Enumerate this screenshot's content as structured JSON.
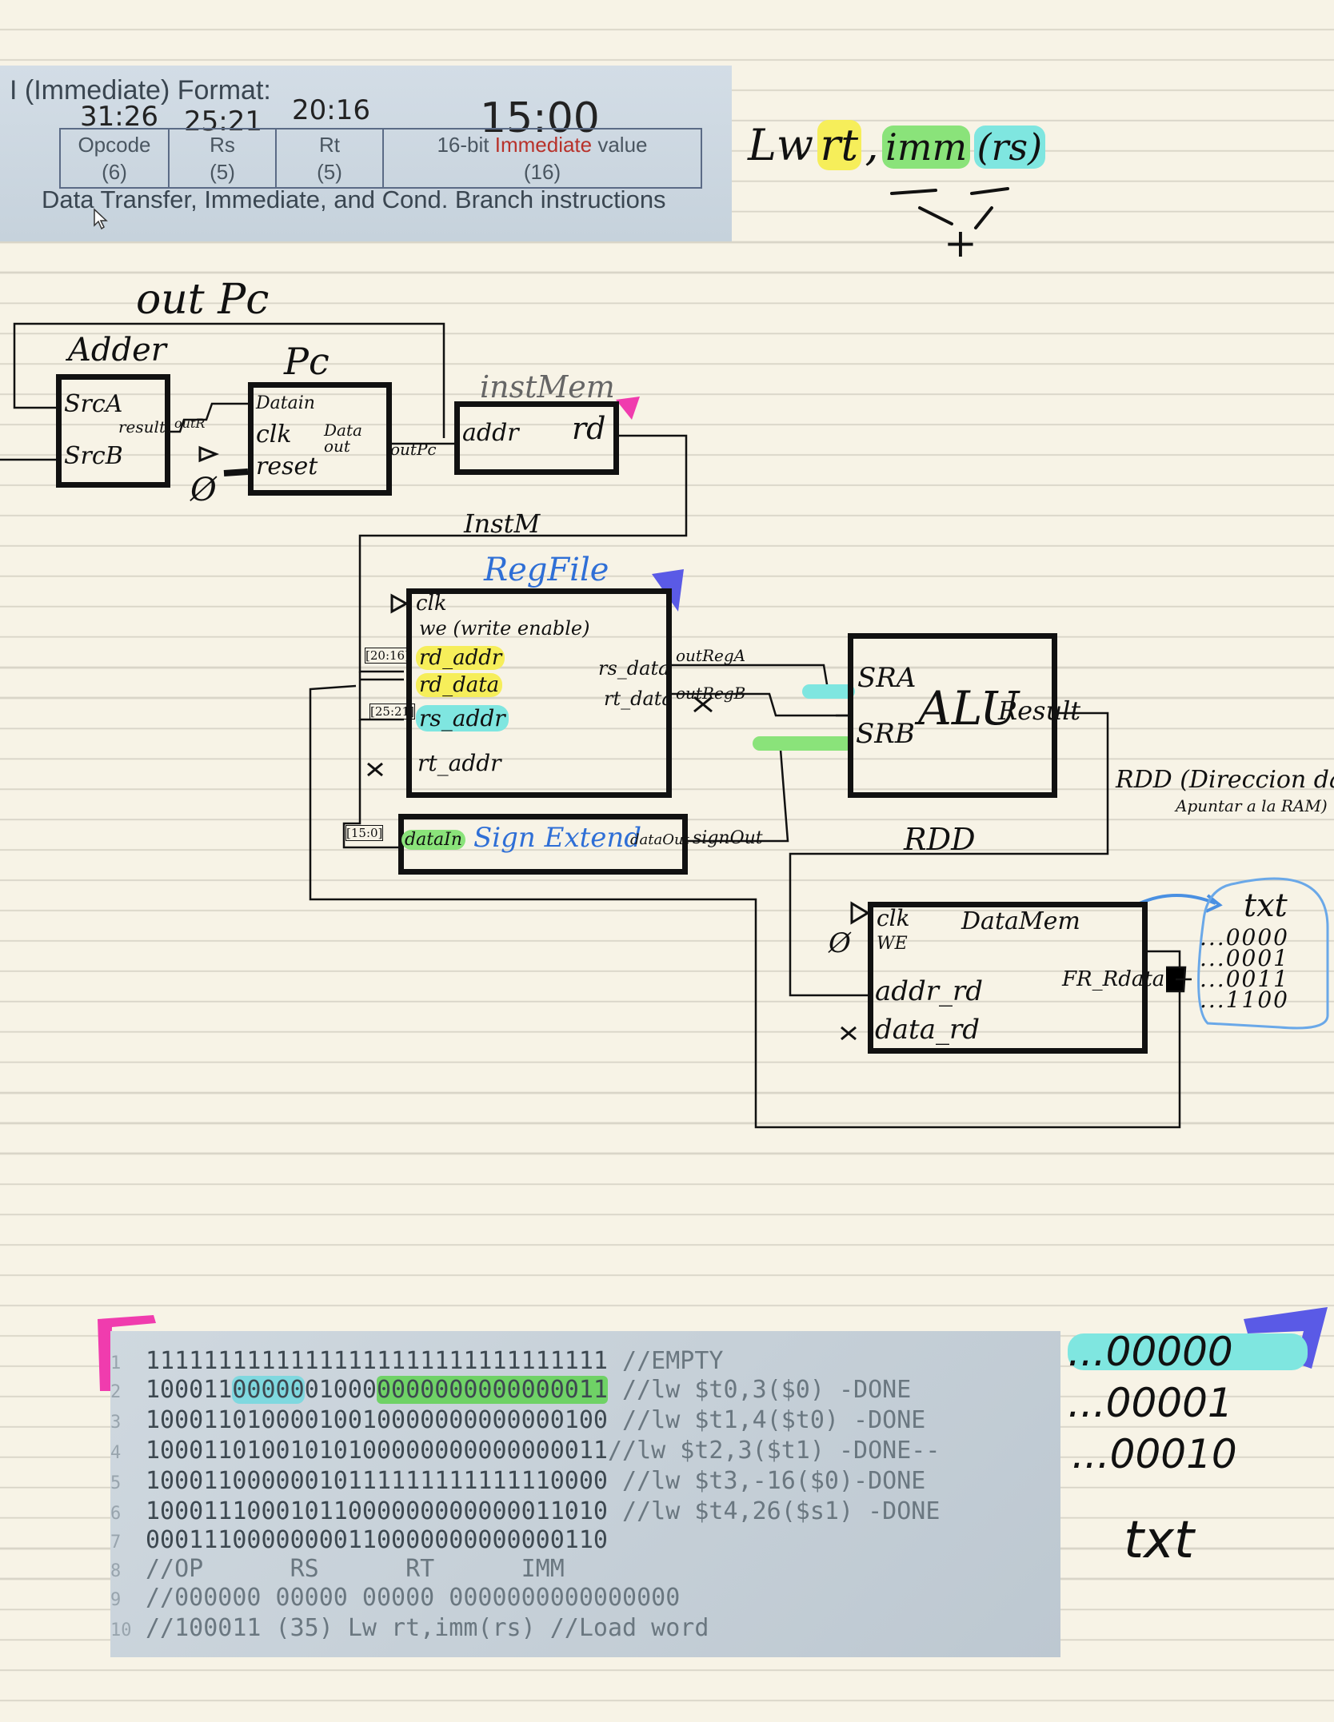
{
  "format_card": {
    "title": "I (Immediate) Format:",
    "fields": [
      {
        "name": "Opcode",
        "bits": "(6)",
        "range": "31:26"
      },
      {
        "name": "Rs",
        "bits": "(5)",
        "range": "25:21"
      },
      {
        "name": "Rt",
        "bits": "(5)",
        "range": "20:16"
      },
      {
        "name_prefix": "16-bit ",
        "name_red": "Immediate",
        "name_suffix": " value",
        "bits": "(16)",
        "range": "15:00"
      }
    ],
    "caption": "Data Transfer, Immediate, and Cond. Branch instructions"
  },
  "note_lw": {
    "lw": "Lw",
    "rt": "rt",
    "comma": ",",
    "imm": "imm",
    "rs": "(rs)",
    "plus": "+"
  },
  "diagram": {
    "out_pc_label": "out Pc",
    "adder": {
      "title": "Adder",
      "src_a": "SrcA",
      "src_b": "SrcB",
      "result": "result",
      "out_r": "outR"
    },
    "pc": {
      "title": "Pc",
      "data_in": "Datain",
      "clk": "clk",
      "reset": "reset",
      "data_out": "Data out",
      "out_pc": "outPc",
      "reset_value": "Ø"
    },
    "inst_mem": {
      "title": "instMem",
      "addr": "addr",
      "rd": "rd",
      "inst_m": "InstM"
    },
    "reg_file": {
      "title": "RegFile",
      "clk": "clk",
      "we": "we (write enable)",
      "rd_addr": "rd_addr",
      "rd_data": "rd_data",
      "rs_addr": "rs_addr",
      "rt_addr": "rt_addr",
      "rs_data": "rs_data",
      "rt_data": "rt_data",
      "bits_20_16": "[20:16]",
      "bits_25_21": "[25:21]",
      "out_reg_a": "outRegA",
      "out_reg_b": "outRegB"
    },
    "sign_extend": {
      "title": "Sign Extend",
      "data_in": "dataIn",
      "data_out": "dataOut",
      "sign_out": "signOut",
      "bits": "[15:0]"
    },
    "alu": {
      "title": "ALU",
      "src_a": "SRA",
      "src_b": "SRB",
      "result": "Result"
    },
    "rdd_note": {
      "line1": "RDD (Direccion dato a",
      "line2": "Apuntar a la RAM)",
      "label": "RDD"
    },
    "data_mem": {
      "title": "DataMem",
      "clk": "clk",
      "we": "WE",
      "we_value": "Ø",
      "addr_rd": "addr_rd",
      "data_rd": "data_rd",
      "fr_rdata": "FR_Rdata"
    },
    "txt_note": {
      "title": "txt",
      "lines": [
        "...0000",
        "...0001",
        "...0011",
        "...1100"
      ]
    }
  },
  "code": {
    "lines": [
      {
        "n": "1",
        "pre": "11111111111111111111111111111111",
        "cyan": "",
        "mid": "",
        "green": "",
        "comment": " //EMPTY"
      },
      {
        "n": "2",
        "pre": "100011",
        "cyan": "00000",
        "mid": "01000",
        "green": "0000000000000011",
        "comment": " //lw $t0,3($0) -DONE"
      },
      {
        "n": "3",
        "pre": "10001101000010010000000000000100",
        "cyan": "",
        "mid": "",
        "green": "",
        "comment": " //lw $t1,4($t0) -DONE"
      },
      {
        "n": "4",
        "pre": "10001101001010100000000000000011",
        "cyan": "",
        "mid": "",
        "green": "",
        "comment": "//lw $t2,3($t1) -DONE--"
      },
      {
        "n": "5",
        "pre": "10001100000010111111111111110000",
        "cyan": "",
        "mid": "",
        "green": "",
        "comment": " //lw $t3,-16($0)-DONE"
      },
      {
        "n": "6",
        "pre": "10001110001011000000000000011010",
        "cyan": "",
        "mid": "",
        "green": "",
        "comment": " //lw $t4,26($s1) -DONE"
      },
      {
        "n": "7",
        "pre": "00011100000000110000000000000110",
        "cyan": "",
        "mid": "",
        "green": "",
        "comment": ""
      },
      {
        "n": "8",
        "pre": "",
        "cyan": "",
        "mid": "",
        "green": "",
        "comment": "//OP      RS      RT      IMM"
      },
      {
        "n": "9",
        "pre": "",
        "cyan": "",
        "mid": "",
        "green": "",
        "comment": "//000000 00000 00000 0000000000000000"
      },
      {
        "n": "10",
        "pre": "",
        "cyan": "",
        "mid": "",
        "green": "",
        "comment": "//100011 (35) Lw rt,imm(rs) //Load word"
      }
    ]
  },
  "right_notes": {
    "lines": [
      "...00000",
      "...00001",
      "...00010"
    ],
    "txt": "txt"
  },
  "colors": {
    "yellow": "#f6ee5a",
    "cyan": "#7fe6e0",
    "green": "#8ae37a",
    "pink": "#f03cae",
    "blue": "#5a5ae6"
  }
}
